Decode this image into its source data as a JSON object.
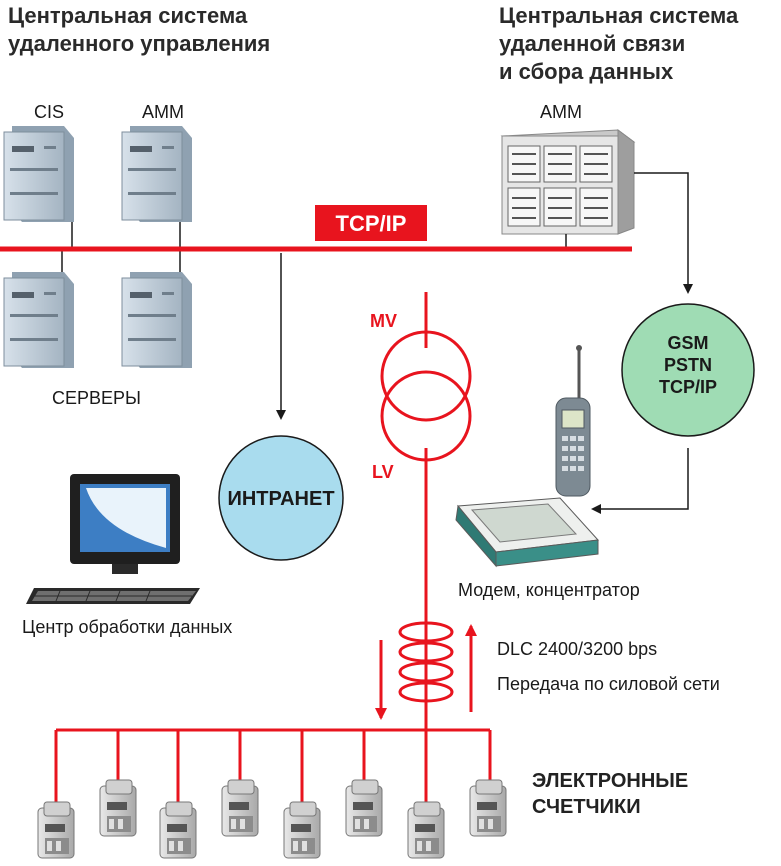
{
  "titles": {
    "left_line1": "Центральная система",
    "left_line2": "удаленного управления",
    "right_line1": "Центральная система",
    "right_line2": "удаленной связи",
    "right_line3": "и сбора данных"
  },
  "labels": {
    "cis": "CIS",
    "amm_left": "АММ",
    "amm_right": "АММ",
    "servers": "СЕРВЕРЫ",
    "tcpip_bus": "TCP/IP",
    "mv": "MV",
    "lv": "LV",
    "intranet": "ИНТРАНЕТ",
    "gsm": "GSM",
    "pstn": "PSTN",
    "tcpip_circle": "TCP/IP",
    "data_center": "Центр обработки данных",
    "modem": "Модем, концентратор",
    "dlc": "DLC 2400/3200 bps",
    "plc": "Передача по силовой сети",
    "meters_line1": "ЭЛЕКТРОННЫЕ",
    "meters_line2": "СЧЕТЧИКИ"
  },
  "colors": {
    "red": "#e8141e",
    "intranet_fill": "#a9dcee",
    "gsm_fill": "#9fdcb4",
    "server_body": "#b8c6d2",
    "text": "#1a1a1a"
  }
}
